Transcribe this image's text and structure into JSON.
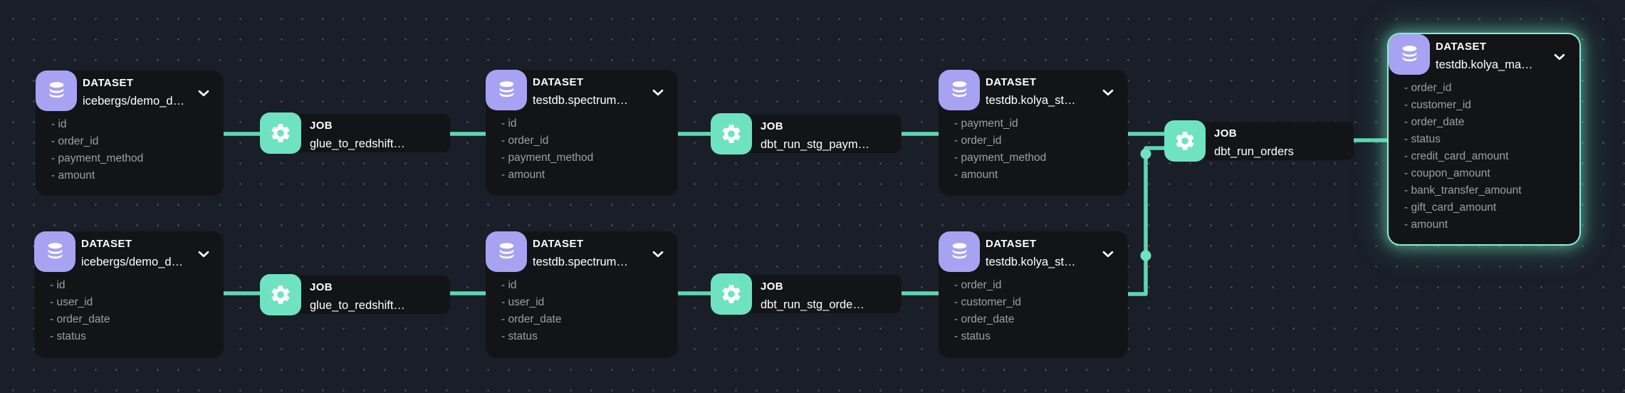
{
  "app": {
    "view": "data-lineage-graph"
  },
  "types": {
    "dataset": "DATASET",
    "job": "JOB"
  },
  "colors": {
    "canvas_bg": "#191e28",
    "node_bg": "#131417",
    "dataset_accent": "#a7a2f2",
    "job_accent": "#6fe3c1",
    "edge": "#5fd7b0",
    "title_text": "#ffffff",
    "field_text": "#9aa0a8",
    "selected_glow": "#6fe3c1"
  },
  "datasets": [
    {
      "name": "icebergs/demo_d…",
      "fields": [
        "id",
        "order_id",
        "payment_method",
        "amount"
      ],
      "selected": false
    },
    {
      "name": "testdb.spectrum…",
      "fields": [
        "id",
        "order_id",
        "payment_method",
        "amount"
      ],
      "selected": false
    },
    {
      "name": "testdb.kolya_st…",
      "fields": [
        "payment_id",
        "order_id",
        "payment_method",
        "amount"
      ],
      "selected": false
    },
    {
      "name": "testdb.kolya_ma…",
      "fields": [
        "order_id",
        "customer_id",
        "order_date",
        "status",
        "credit_card_amount",
        "coupon_amount",
        "bank_transfer_amount",
        "gift_card_amount",
        "amount"
      ],
      "selected": true
    },
    {
      "name": "icebergs/demo_d…",
      "fields": [
        "id",
        "user_id",
        "order_date",
        "status"
      ],
      "selected": false
    },
    {
      "name": "testdb.spectrum…",
      "fields": [
        "id",
        "user_id",
        "order_date",
        "status"
      ],
      "selected": false
    },
    {
      "name": "testdb.kolya_st…",
      "fields": [
        "order_id",
        "customer_id",
        "order_date",
        "status"
      ],
      "selected": false
    }
  ],
  "jobs": [
    {
      "name": "glue_to_redshift…"
    },
    {
      "name": "dbt_run_stg_paym…"
    },
    {
      "name": "dbt_run_orders"
    },
    {
      "name": "glue_to_redshift…"
    },
    {
      "name": "dbt_run_stg_orde…"
    }
  ]
}
